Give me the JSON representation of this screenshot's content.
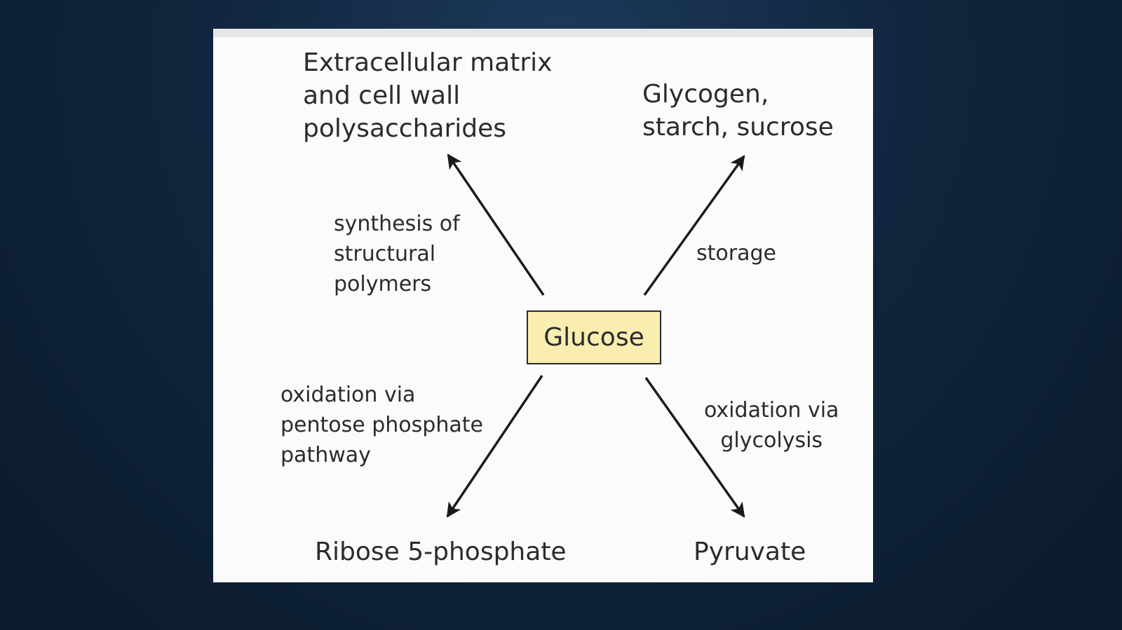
{
  "diagram": {
    "center": "Glucose",
    "products": {
      "top_left": [
        "Extracellular matrix",
        "and cell wall",
        "polysaccharides"
      ],
      "top_right": [
        "Glycogen,",
        "starch, sucrose"
      ],
      "bottom_left": [
        "Ribose 5-phosphate"
      ],
      "bottom_right": [
        "Pyruvate"
      ]
    },
    "pathways": {
      "top_left": [
        "synthesis of",
        "structural",
        "polymers"
      ],
      "top_right": [
        "storage"
      ],
      "bottom_left": [
        "oxidation via",
        "pentose phosphate",
        "pathway"
      ],
      "bottom_right": [
        "oxidation via",
        "glycolysis"
      ]
    },
    "colors": {
      "background": "#10253d",
      "panel": "#fbfbfb",
      "center_fill": "#f9eeb0",
      "arrow": "#1a1a1a"
    }
  }
}
